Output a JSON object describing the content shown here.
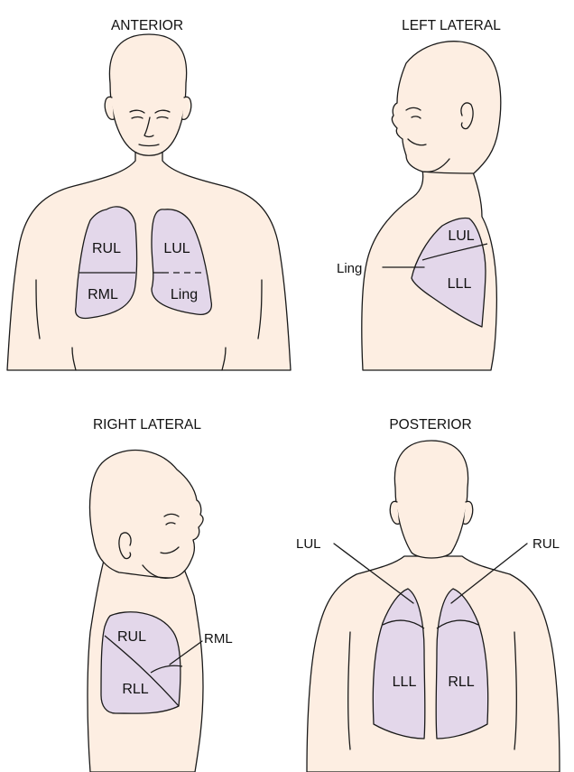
{
  "panels": {
    "anterior": {
      "title": "ANTERIOR",
      "labels": {
        "rul": "RUL",
        "lul": "LUL",
        "rml": "RML",
        "ling": "Ling"
      }
    },
    "left_lateral": {
      "title": "LEFT LATERAL",
      "labels": {
        "lul": "LUL",
        "lll": "LLL",
        "ling": "Ling"
      }
    },
    "right_lateral": {
      "title": "RIGHT LATERAL",
      "labels": {
        "rul": "RUL",
        "rll": "RLL",
        "rml": "RML"
      }
    },
    "posterior": {
      "title": "POSTERIOR",
      "labels": {
        "lul": "LUL",
        "rul": "RUL",
        "lll": "LLL",
        "rll": "RLL"
      }
    }
  },
  "colors": {
    "skin": "#fdeee2",
    "lung": "#e3d7ea",
    "outline": "#1a1a1a"
  }
}
